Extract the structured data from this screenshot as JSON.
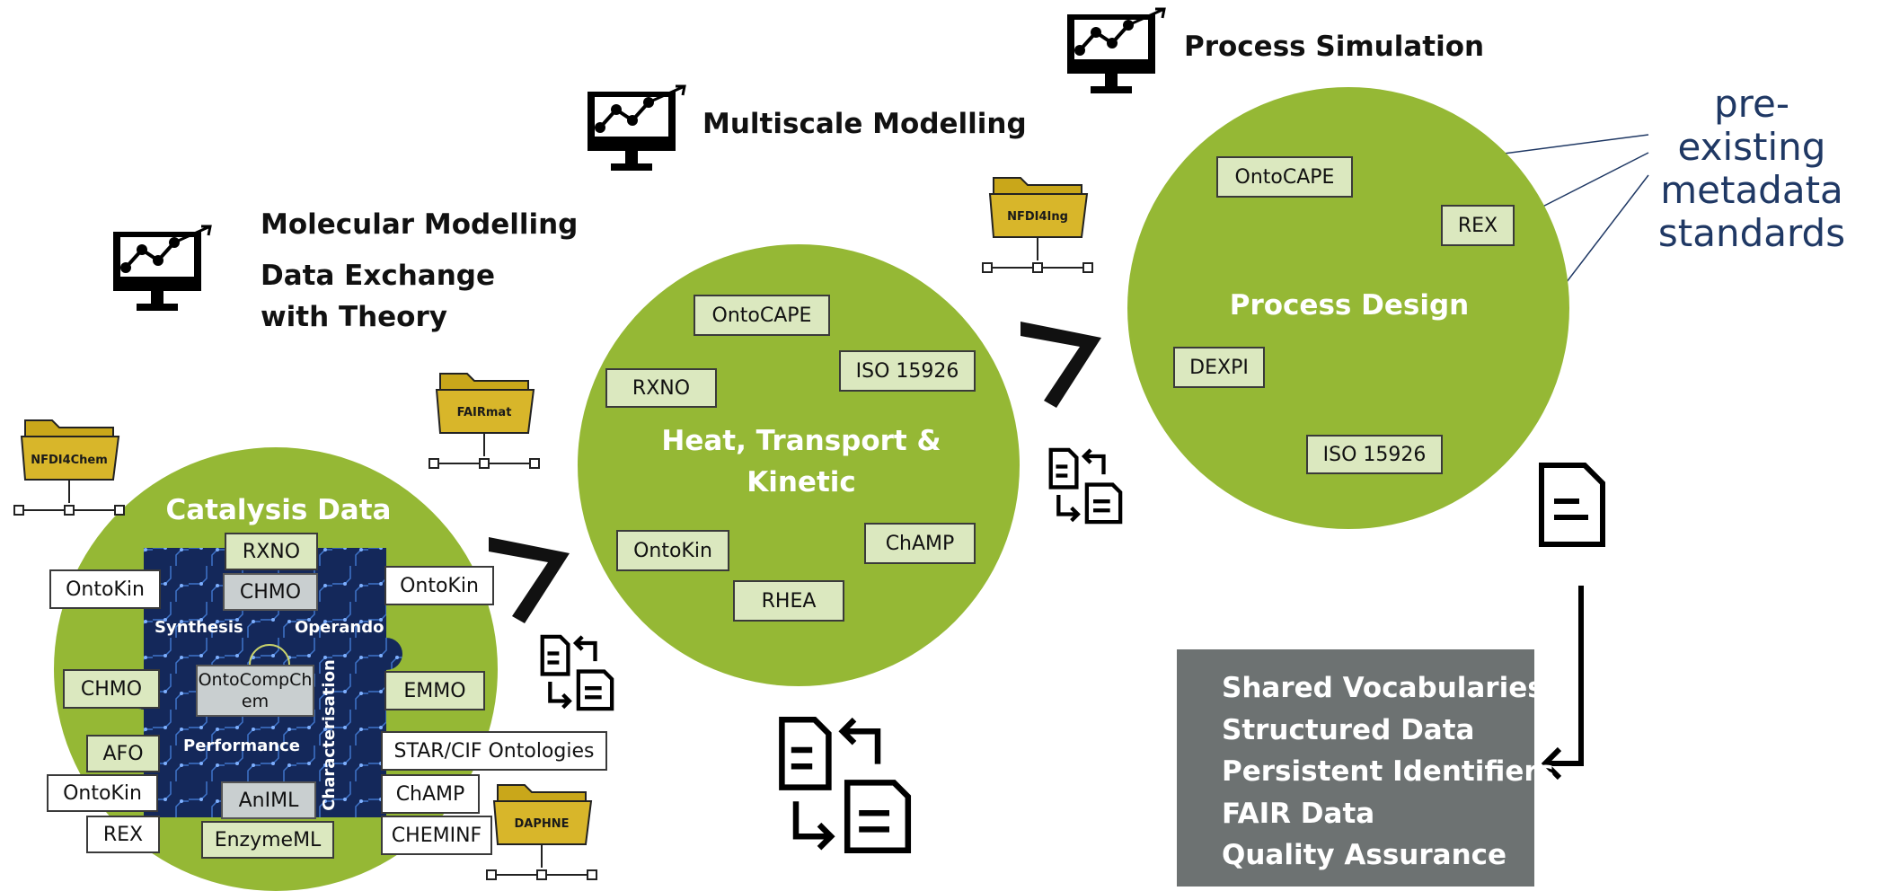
{
  "headings": {
    "process_simulation": "Process Simulation",
    "multiscale_modelling": "Multiscale Modelling",
    "molecular_modelling": "Molecular Modelling",
    "data_exchange": "Data Exchange with Theory"
  },
  "pre_existing_label": "pre-existing metadata standards",
  "folders": {
    "nfdi4chem": "NFDI4Chem",
    "fairmat": "FAIRmat",
    "nfdi4ing": "NFDI4Ing",
    "daphne": "DAPHNE"
  },
  "catalysis": {
    "title": "Catalysis Data",
    "puzzle_labels": {
      "synthesis": "Synthesis",
      "operando": "Operando",
      "performance": "Performance",
      "characterisation": "Characterisation"
    },
    "center_box": "OntoCompChem",
    "boxes": {
      "rxno": "RXNO",
      "chmo_top": "CHMO",
      "ontokin_left": "OntoKin",
      "ontokin_right": "OntoKin",
      "chmo_left": "CHMO",
      "emmo": "EMMO",
      "afo": "AFO",
      "star_cif": "STAR/CIF Ontologies",
      "ontokin_bottom": "OntoKin",
      "animl": "AnIML",
      "champ": "ChAMP",
      "rex": "REX",
      "enzymeml": "EnzymeML",
      "cheminf": "CHEMINF"
    }
  },
  "heat": {
    "title": "Heat, Transport & Kinetic",
    "boxes": {
      "ontocape": "OntoCAPE",
      "rxno": "RXNO",
      "iso": "ISO 15926",
      "ontokin": "OntoKin",
      "champ": "ChAMP",
      "rhea": "RHEA"
    }
  },
  "process": {
    "title": "Process Design",
    "boxes": {
      "ontocape": "OntoCAPE",
      "rex": "REX",
      "dexpi": "DEXPI",
      "iso": "ISO 15926"
    }
  },
  "summary_items": [
    "Shared Vocabularies",
    "Structured Data",
    "Persistent Identifiers",
    "FAIR Data",
    "Quality Assurance"
  ],
  "icons": [
    "monitor-chart-icon",
    "folder-network-icon",
    "document-exchange-icon",
    "document-icon",
    "chevron-arrow-icon",
    "return-arrow-icon"
  ],
  "colors": {
    "circle_green": "#95b835",
    "box_fill": "#dbe8bf",
    "folder_gold": "#c9a71a",
    "summary_grey": "#6d7272",
    "pre_existing_navy": "#1f3864",
    "puzzle_navy": "#14285a"
  }
}
